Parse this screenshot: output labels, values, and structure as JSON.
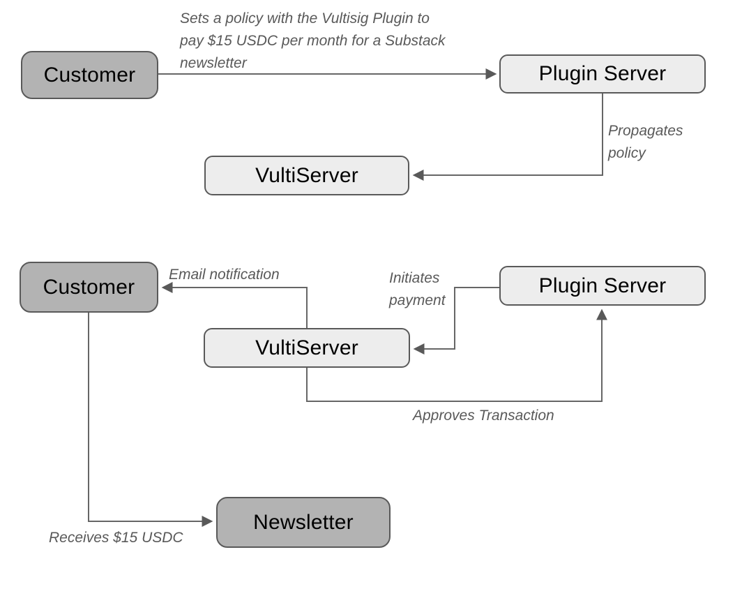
{
  "diagram": {
    "title": "Vultisig plugin subscription payment flow",
    "colors": {
      "background": "#ffffff",
      "node_fill_dark": "#b3b3b3",
      "node_fill_light": "#ededed",
      "node_border": "#595959",
      "connector": "#666666",
      "label_color": "#595959",
      "node_text": "#000000"
    }
  },
  "nodes": {
    "customer_top": {
      "label": "Customer"
    },
    "plugin_server_top": {
      "label": "Plugin Server"
    },
    "vultiserver_top": {
      "label": "VultiServer"
    },
    "customer_bottom": {
      "label": "Customer"
    },
    "plugin_server_bottom": {
      "label": "Plugin Server"
    },
    "vultiserver_bottom": {
      "label": "VultiServer"
    },
    "newsletter": {
      "label": "Newsletter"
    }
  },
  "edges": {
    "set_policy": {
      "from": "Customer",
      "to": "Plugin Server",
      "label": "Sets a policy with the Vultisig Plugin to\npay $15 USDC per month for a Substack\nnewsletter"
    },
    "propagates_policy": {
      "from": "Plugin Server",
      "to": "VultiServer",
      "label": "Propagates\npolicy"
    },
    "email_notification": {
      "from": "VultiServer",
      "to": "Customer",
      "label": "Email notification"
    },
    "initiates_payment": {
      "from": "Plugin Server",
      "to": "VultiServer",
      "label": "Initiates\npayment"
    },
    "approves_transaction": {
      "from": "VultiServer",
      "to": "Plugin Server",
      "label": "Approves Transaction"
    },
    "receives_usdc": {
      "from": "Customer",
      "to": "Newsletter",
      "label": "Receives $15 USDC"
    }
  }
}
